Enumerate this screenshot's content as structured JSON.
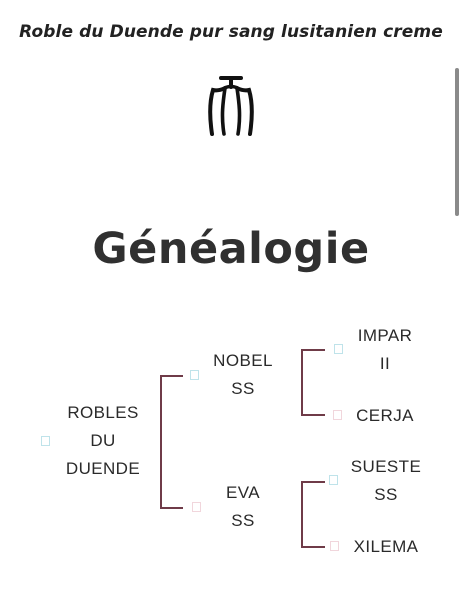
{
  "header": {
    "title": "Roble du Duende pur sang lusitanien creme",
    "logo_icon": "horse-brand-icon"
  },
  "section": {
    "title": "Généalogie"
  },
  "pedigree": {
    "subject": {
      "line1": "ROBLES",
      "line2": "DU",
      "line3": "DUENDE"
    },
    "sire": {
      "line1": "NOBEL",
      "line2": "SS"
    },
    "dam": {
      "line1": "EVA",
      "line2": "SS"
    },
    "sire_sire": {
      "line1": "IMPAR",
      "line2": "II"
    },
    "sire_dam": {
      "line1": "CERJA"
    },
    "dam_sire": {
      "line1": "SUESTE",
      "line2": "SS"
    },
    "dam_dam": {
      "line1": "XILEMA"
    }
  },
  "colors": {
    "bracket": "#6f3b48",
    "male_marker": "#bfe3ea",
    "female_marker": "#f1d6dc"
  }
}
